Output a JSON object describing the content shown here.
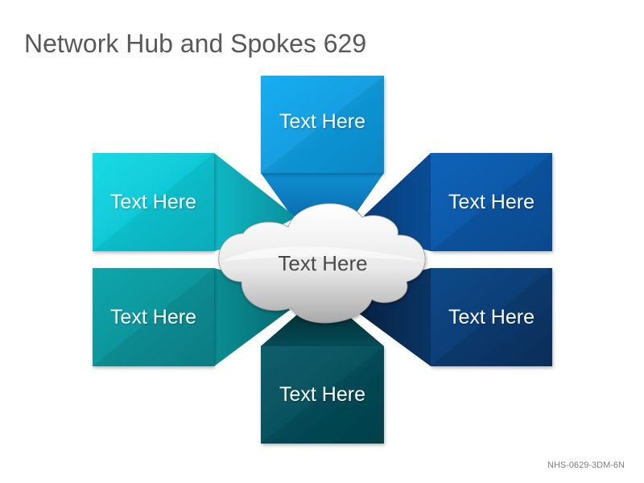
{
  "title": "Network Hub and Spokes 629",
  "footer_code": "NHS-0629-3DM-6N",
  "hub": {
    "label": "Text Here"
  },
  "spokes": [
    {
      "id": "top",
      "label": "Text Here",
      "color": "#12a7e8"
    },
    {
      "id": "upper-left",
      "label": "Text Here",
      "color": "#10c9d6"
    },
    {
      "id": "upper-right",
      "label": "Text Here",
      "color": "#0b5fb3"
    },
    {
      "id": "lower-left",
      "label": "Text Here",
      "color": "#0b9ba0"
    },
    {
      "id": "lower-right",
      "label": "Text Here",
      "color": "#0d3d75"
    },
    {
      "id": "bottom",
      "label": "Text Here",
      "color": "#06525f"
    }
  ]
}
